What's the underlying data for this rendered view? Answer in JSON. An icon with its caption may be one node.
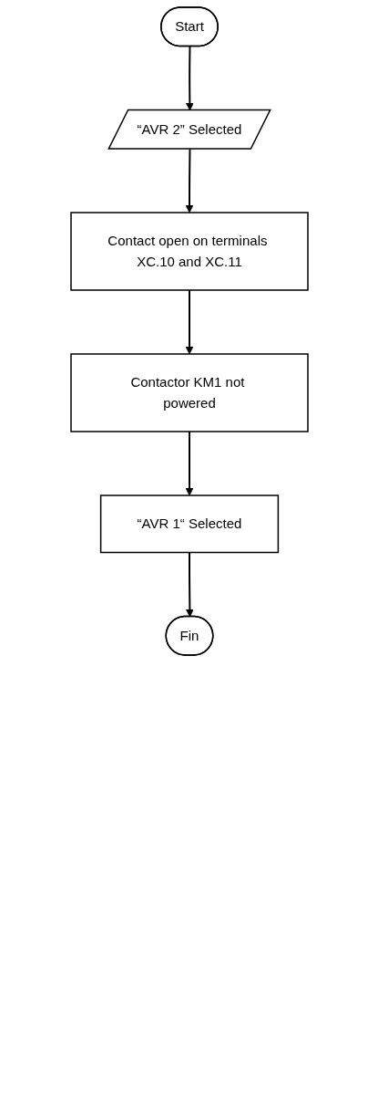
{
  "diagram": {
    "nodes": [
      {
        "text": [
          "Start"
        ]
      },
      {
        "text": [
          "“AVR 2” Selected"
        ]
      },
      {
        "text": [
          "Contact open on terminals XC.10 and XC.11"
        ]
      },
      {
        "text": [
          "Contactor KM1 not powered"
        ]
      },
      {
        "text": [
          "“AVR 1“ Selected"
        ]
      },
      {
        "text": [
          "Fin"
        ]
      }
    ],
    "edges": [
      {
        "from": 0,
        "to": 1,
        "arrow": "to"
      },
      {
        "from": 1,
        "to": 2,
        "arrow": "to"
      },
      {
        "from": 2,
        "to": 3,
        "arrow": "to"
      },
      {
        "from": 3,
        "to": 4,
        "arrow": "to"
      },
      {
        "from": 4,
        "to": 5,
        "arrow": "to"
      }
    ]
  }
}
